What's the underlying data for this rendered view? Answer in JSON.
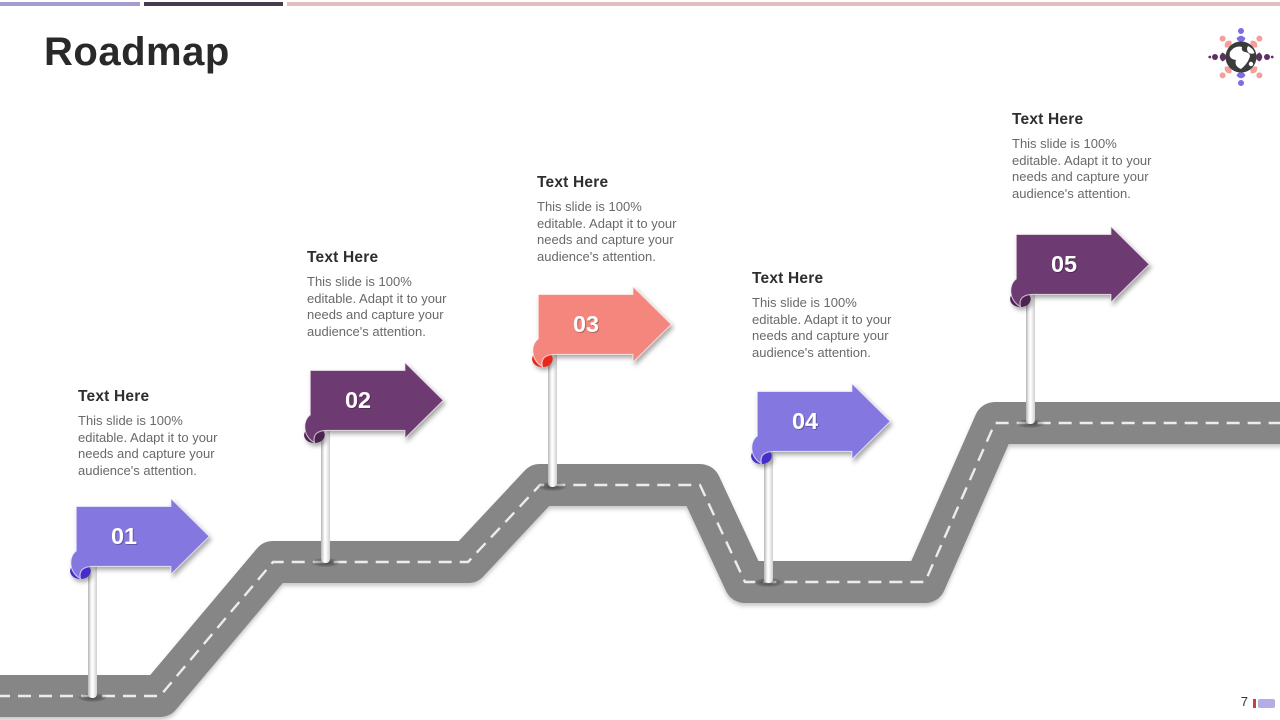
{
  "slide": {
    "title": "Roadmap",
    "page_number": "7"
  },
  "accents": {
    "top_bar_left": "#a19ecf",
    "top_bar_mid": "#473a50",
    "top_bar_right": "#e2bfbf",
    "footer_tick": "#cb4234",
    "footer_bar": "#b4ace4"
  },
  "road": {
    "color": "#868686",
    "dash_color": "#ececec"
  },
  "milestones": [
    {
      "label": "01",
      "heading": "Text Here",
      "body": "This slide is 100% editable. Adapt it to your needs and capture your audience's attention.",
      "color": "#8477e0",
      "fold_color": "#452dc9"
    },
    {
      "label": "02",
      "heading": "Text Here",
      "body": "This slide is 100% editable. Adapt it to your needs and capture your audience's attention.",
      "color": "#6e3a72",
      "fold_color": "#4d2352"
    },
    {
      "label": "03",
      "heading": "Text Here",
      "body": "This slide is 100% editable. Adapt it to your needs and capture your audience's attention.",
      "color": "#f5867d",
      "fold_color": "#e8271a"
    },
    {
      "label": "04",
      "heading": "Text Here",
      "body": "This slide is 100% editable. Adapt it to your needs and capture your audience's attention.",
      "color": "#8477e0",
      "fold_color": "#452dc9"
    },
    {
      "label": "05",
      "heading": "Text Here",
      "body": "This slide is 100% editable. Adapt it to your needs and capture your audience's attention.",
      "color": "#6e3a72",
      "fold_color": "#4d2352"
    }
  ],
  "logo": {
    "name": "globe with people ring"
  }
}
